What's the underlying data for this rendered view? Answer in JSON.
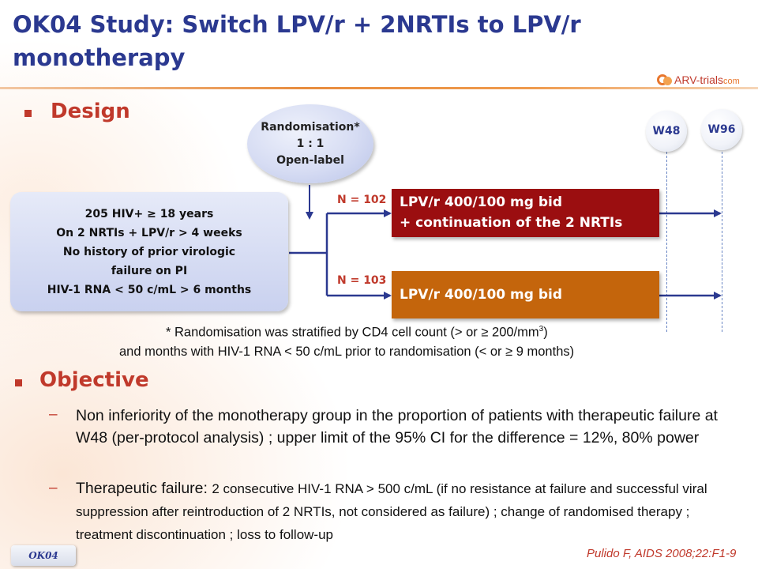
{
  "title": "OK04 Study: Switch LPV/r + 2NRTIs to LPV/r monotherapy",
  "logo": {
    "text": "ARV-trials",
    "suffix": "com"
  },
  "design": {
    "heading": "Design",
    "randomisation": [
      "Randomisation*",
      "1 : 1",
      "Open-label"
    ],
    "weeks": [
      "W48",
      "W96"
    ],
    "population": [
      "205 HIV+ ≥ 18 years",
      "On 2 NRTIs + LPV/r > 4 weeks",
      "No history of prior virologic",
      "failure on PI",
      "HIV-1 RNA < 50 c/mL > 6 months"
    ],
    "arms": [
      {
        "n": "N = 102",
        "lines": [
          "LPV/r 400/100 mg bid",
          "+ continuation of the 2 NRTIs"
        ],
        "color": "#9b0e10"
      },
      {
        "n": "N = 103",
        "lines": [
          "LPV/r 400/100 mg bid"
        ],
        "color": "#c4650c"
      }
    ],
    "footnote_1_pre": "* Randomisation was stratified by CD4 cell count (> or ≥ 200/mm",
    "footnote_1_sup": "3",
    "footnote_1_post": ")",
    "footnote_2": "and months with HIV-1 RNA < 50 c/mL prior to randomisation (< or ≥ 9 months)"
  },
  "objective": {
    "heading": "Objective",
    "items": [
      {
        "lead": "",
        "text": "Non inferiority of the monotherapy group in the proportion of patients with therapeutic failure at W48 (per-protocol analysis) ; upper limit of the 95% CI for the difference = 12%, 80% power"
      },
      {
        "lead": "Therapeutic failure: ",
        "text": "2 consecutive HIV-1 RNA > 500 c/mL (if no resistance at failure and successful viral suppression after reintroduction of 2 NRTIs, not considered as failure) ; change of randomised therapy ; treatment discontinuation ; loss to follow-up"
      }
    ]
  },
  "footer": {
    "tag": "OK04",
    "citation": "Pulido F, AIDS 2008;22:F1-9"
  },
  "colors": {
    "title": "#2b3990",
    "accent": "#c0392b",
    "arm1": "#9b0e10",
    "arm2": "#c4650c"
  }
}
